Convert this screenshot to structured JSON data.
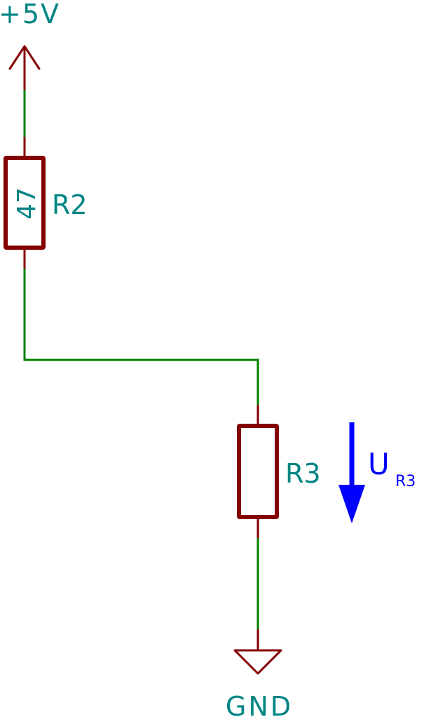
{
  "colors": {
    "wire": "#008000",
    "component": "#840000",
    "label": "#008484",
    "annotation": "#0000ff",
    "background": "#ffffff"
  },
  "power": {
    "supply_label": "+5V",
    "ground_label": "GND"
  },
  "components": [
    {
      "ref": "R2",
      "value": "47",
      "type": "resistor"
    },
    {
      "ref": "R3",
      "value": "",
      "type": "resistor"
    }
  ],
  "annotation": {
    "voltage_symbol": "U",
    "voltage_subscript": "R3"
  }
}
